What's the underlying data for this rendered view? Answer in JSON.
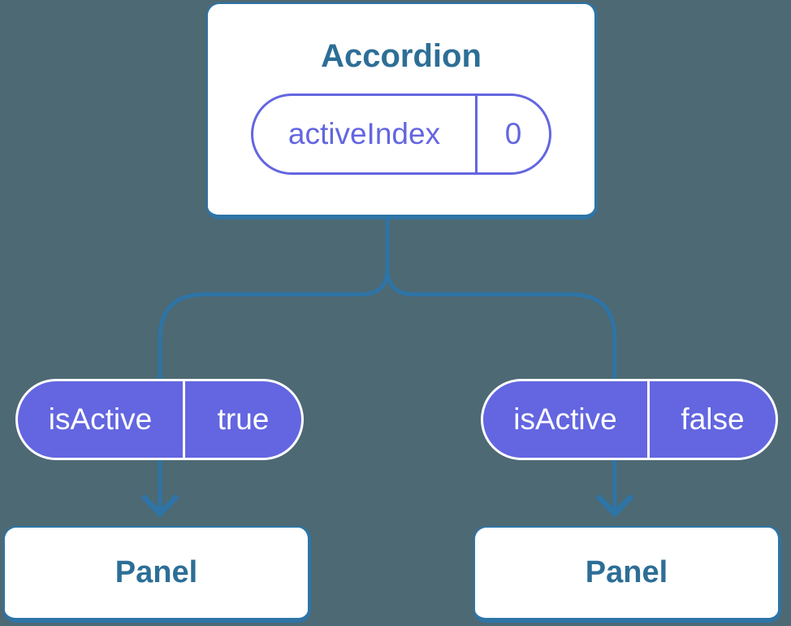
{
  "tree": {
    "root": {
      "title": "Accordion",
      "state": {
        "name": "activeIndex",
        "value": "0"
      }
    },
    "props": [
      {
        "name": "isActive",
        "value": "true"
      },
      {
        "name": "isActive",
        "value": "false"
      }
    ],
    "children": [
      {
        "title": "Panel"
      },
      {
        "title": "Panel"
      }
    ],
    "colors": {
      "background": "#4d6973",
      "connector_blue": "#2e74a6",
      "heading_text_blue": "#2d6e96",
      "state_purple": "#6366e0",
      "card_background": "#ffffff",
      "prop_pill_text": "#ffffff"
    }
  }
}
